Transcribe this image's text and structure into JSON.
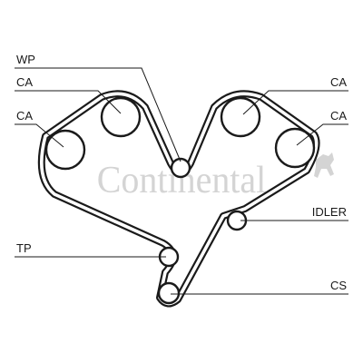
{
  "watermark": {
    "brand": "Continental",
    "color": "#d4d4d4"
  },
  "labels": {
    "wp": "WP",
    "ca_upper_left": "CA",
    "ca_lower_left": "CA",
    "ca_upper_right": "CA",
    "ca_lower_right": "CA",
    "idler": "IDLER",
    "tp": "TP",
    "cs": "CS"
  },
  "colors": {
    "line": "#1a1a1a",
    "background": "#ffffff"
  }
}
